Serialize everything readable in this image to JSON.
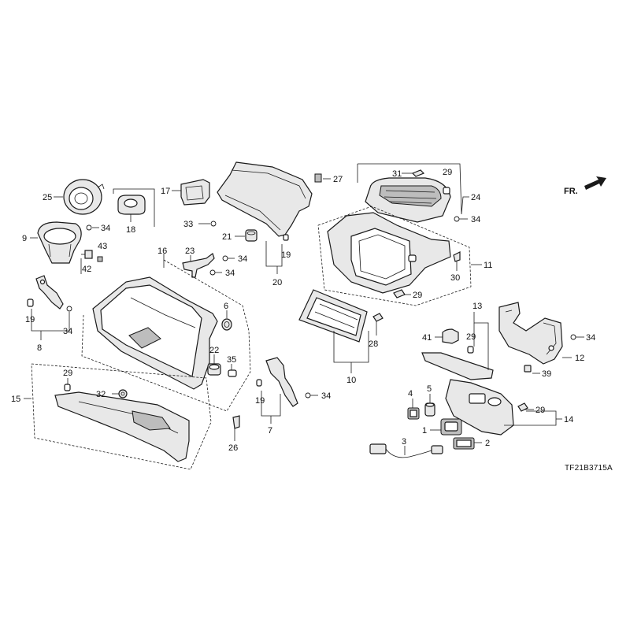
{
  "diagram": {
    "code": "TF21B3715A",
    "direction_label": "FR.",
    "callouts": {
      "c1": "1",
      "c2": "2",
      "c3": "3",
      "c4": "4",
      "c5": "5",
      "c6": "6",
      "c7": "7",
      "c8": "8",
      "c9": "9",
      "c10": "10",
      "c11": "11",
      "c12": "12",
      "c13": "13",
      "c14": "14",
      "c15": "15",
      "c16": "16",
      "c17": "17",
      "c18": "18",
      "c19a": "19",
      "c19b": "19",
      "c19c": "19",
      "c20": "20",
      "c21": "21",
      "c22": "22",
      "c23": "23",
      "c24": "24",
      "c25": "25",
      "c26": "26",
      "c27": "27",
      "c28": "28",
      "c29a": "29",
      "c29b": "29",
      "c29c": "29",
      "c29d": "29",
      "c29e": "29",
      "c30": "30",
      "c31": "31",
      "c32": "32",
      "c33": "33",
      "c34a": "34",
      "c34b": "34",
      "c34c": "34",
      "c34d": "34",
      "c34e": "34",
      "c34f": "34",
      "c34g": "34",
      "c35": "35",
      "c39": "39",
      "c41": "41",
      "c42": "42",
      "c43": "43"
    }
  }
}
